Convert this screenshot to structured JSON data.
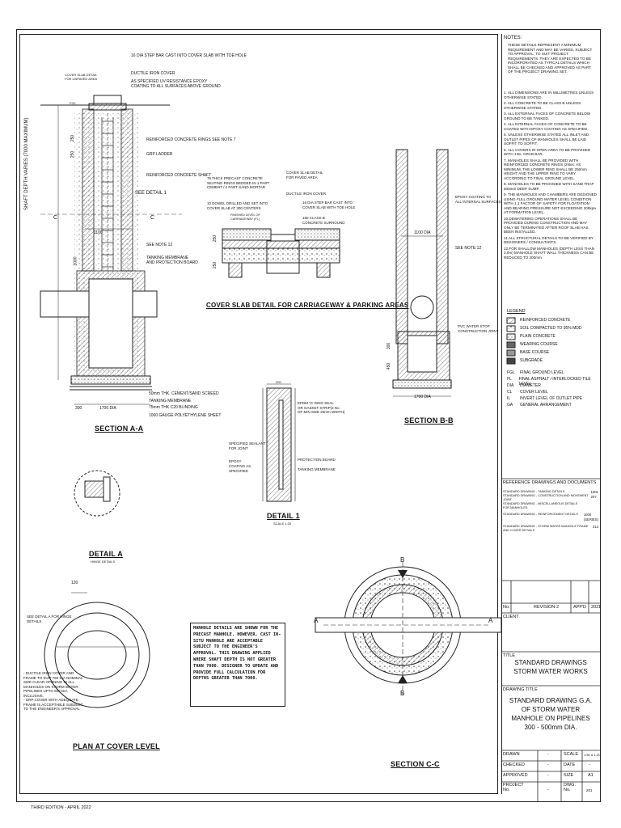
{
  "notes": {
    "heading": "NOTES:",
    "intro": "THESE DETAILS REPRESENT A MINIMUM REQUIREMENT AND MAY BE VARIED, SUBJECT TO APPROVAL, TO SUIT PROJECT REQUIREMENTS. THEY ARE EXPECTED TO BE INCORPORATED AS TYPICAL DETAILS WHICH SHALL BE CHECKED AND APPROVED AS PART OF THE PROJECT DRAWING SET.",
    "items": [
      "1. ALL DIMENSIONS ARE IN MILLIMETRES UNLESS OTHERWISE STATED.",
      "2. ALL CONCRETE TO BE CLASS B UNLESS OTHERWISE STATED.",
      "3. ALL EXTERNAL FACES OF CONCRETE BELOW GROUND TO BE TANKED.",
      "4. ALL INTERNAL FACES OF CONCRETE TO BE COATED WITH EPOXY COATING AS SPECIFIED.",
      "5. UNLESS OTHERWISE STATED ALL INLET AND OUTLET PIPES OF MANHOLES SHALL BE LAID SOFFIT TO SOFFIT.",
      "6. ALL COVERS IN OPEN AREA TO BE PROVIDED WITH 1No. GRAB BAR.",
      "7. MANHOLES SHALL BE PROVIDED WITH REINFORCED CONCRETE RINGS (2Nos. AS MINIMUM, THE LOWER RING SHALL BE 250mm HEIGHT AND THE UPPER RING TO VARY ACCORDING TO FINAL GROUND LEVEL.",
      "8. MANHOLES TO BE PROVIDED WITH SAND TRAP 500mm DEEP SUMP.",
      "9. THE MANHOLES AND CHAMBERS ARE DESIGNED USING FULL GROUND WATER LEVEL CONDITION WITH 1.1 FACTOR OF SAFETY FOR FLOATATION AND BEARING PRESSURE NOT EXCEEDING 200kpa AT FORMATION LEVEL.",
      "10.DEWATERING OPERATIONS SHALL BE PROVIDED DURING CONSTRUCTION AND MAY ONLY BE TERMINATED AFTER ROOF SLAB HAS BEEN INSTALLED.",
      "11.ALL STRUCTURAL DETAILS TO BE VERIFIED BY DESIGNERS / CONSULTANTS.",
      "12.FOR SHALLOW MANHOLES (DEPTH LESS THAN 2.0m) MANHOLE SHAFT WALL THICKNESS CAN BE REDUCED TO 200mm."
    ]
  },
  "legend": {
    "heading": "LEGEND",
    "items": [
      "REINFORCED CONCRETE",
      "SOIL COMPACTED TO 95% MDD",
      "PLAIN CONCRETE",
      "WEARING COURSE",
      "BASE COURSE",
      "SUBGRADE"
    ],
    "abbreviations": [
      {
        "code": "FGL",
        "meaning": "FINAL GROUND LEVEL"
      },
      {
        "code": "FL",
        "meaning": "FINAL ASPHALT / INTERLOCKED TILE LEVEL"
      },
      {
        "code": "DIA",
        "meaning": "DIAMETER"
      },
      {
        "code": "CL",
        "meaning": "COVER LEVEL"
      },
      {
        "code": "IL",
        "meaning": "INVERT LEVEL OF OUTLET PIPE"
      },
      {
        "code": "GA",
        "meaning": "GENERAL ARRANGEMENT"
      }
    ]
  },
  "references": {
    "heading": "REFERENCE DRAWINGS AND DOCUMENTS",
    "rows": [
      {
        "text": "STANDARD DRAWING - TANKING DETAILS\nSTANDARD DRAWING - CONSTRUCTION AND MOVEMENT JOINT\nSTANDARD DRAWING - MISCELLANEOUS DETAILS\nFOR MANHOLES",
        "num": "1001\n207"
      },
      {
        "text": "STANDARD DRAWING - REINFORCEMENT DETAILS",
        "num": "1000\n(SERIES)"
      },
      {
        "text": "STANDARD DRAWING - STORM WATER MANHOLE FRAME\nAND COVER DETAILS",
        "num": "213"
      }
    ]
  },
  "revision": {
    "no_label": "No.",
    "revision": "REVISION-2",
    "appd": "APP'D",
    "year": "2021"
  },
  "client": {
    "label": "CLIENT"
  },
  "title_block": {
    "title_label": "TITLE",
    "title": "STANDARD DRAWINGS\nSTORM WATER WORKS",
    "drawing_title_label": "DRAWING TITLE",
    "drawing_title": "STANDARD DRAWING G.A.\nOF STORM WATER\nMANHOLE ON PIPELINES\n300 - 500mm DIA.",
    "drawn_label": "DRAWN",
    "drawn": "-",
    "scale_label": "SCALE",
    "scale": "1:50 & 1:20",
    "checked_label": "CHECKED",
    "checked": "-",
    "date_label": "DATE",
    "date": "-",
    "approved_label": "APPROVED",
    "approved": "-",
    "size_label": "SIZE",
    "size": "A1",
    "project_label": "PROJECT\nNo.",
    "project": "-",
    "dwg_label": "DWG.\nNo.",
    "dwg": "201"
  },
  "footer": {
    "edition": "THIRD EDITION - APRIL 2022"
  },
  "views": {
    "section_aa": "SECTION A-A",
    "section_bb": "SECTION B-B",
    "section_cc": "SECTION C-C",
    "cover_slab": "COVER SLAB DETAIL FOR CARRIAGEWAY & PARKING AREAS",
    "detail_1": "DETAIL 1",
    "detail_1_scale": "SCALE 1:20",
    "detail_a": "DETAIL A",
    "detail_a_sub": "HINGE DETAILS",
    "plan": "PLAN AT COVER LEVEL"
  },
  "section_aa_labels": {
    "step_bar": "16 DIA STEP BAR CAST INTO COVER SLAB WITH TOE HOLE",
    "cover_detail": "COVER SLAB DETAIL\nFOR UNPAVED AREA",
    "ductile": "DUCTILE IRON COVER",
    "epoxy": "AS SPECIFIED UV RESISTANCE EPOXY\nCOATING TO ALL SURFACES ABOVE GROUND",
    "rings": "REINFORCED CONCRETE RINGS SEE NOTE 7",
    "ladder": "GRP LADDER",
    "shaft": "REINFORCED CONCRETE SHAFT",
    "see_detail": "SEE DETAIL 1",
    "note12": "SEE NOTE 12",
    "tanking": "TANKING MEMBRANE\nAND PROTECTION BOARD",
    "screed": "50mm THK. CEMENT/SAND SCREED",
    "tanking2": "TANKING MEMBRANE",
    "blinding": "75mm THK C20 BLINDING",
    "polythene": "1000 GAUGE POLYETHYLENE SHEET",
    "shaft_depth": "SHAFT DEPTH VARIES (7000 MAXIMUM)",
    "dia": "1700 DIA",
    "dia2": "1100",
    "d300": "300",
    "d1000": "1000",
    "c": "C",
    "fgl": "FGL",
    "d250a": "250",
    "d250b": "250"
  },
  "cover_slab_labels": {
    "precast": "75 THICK PRECAST CONCRETE\nSEATING RINGS BEDDED IN 1 PART\nCEMENT / 2 PART SAND MORTAR",
    "dowel": "10 DOWEL DRILLED AND SET INTO\nCOVER SLAB AT 300 CENTERS",
    "finished": "FINISHED LEVEL OF\nCARRIAGEWAY (FL)",
    "cover_slab": "COVER SLAB DETAIL\nFOR PAVED AREA",
    "ductile": "DUCTILE IRON COVER",
    "step": "16 DIA STEP BAR CAST INTO\nCOVER SLAB WITH TOE HOLE",
    "class_b": "150 CLASS B\nCONCRETE SURROUND",
    "d250a": "250",
    "d250b": "250"
  },
  "detail1_labels": {
    "ring_seal": "EPDM 'O' RING SEAL\nOR GASKET STRIP(2 No\nOF MIN SIZE 20mm WIDTH)",
    "sealant": "SPECIFIED SEALANT\nFOR JOINT",
    "epoxy": "EPOXY\nCOATING AS\nSPECIFIED",
    "protection": "PROTECTION BOARD",
    "tanking": "TANKING MEMBRANE",
    "d200": "200"
  },
  "section_bb_labels": {
    "epoxy": "EPOXY COATING TO\nALL INTERNAL SURFACES",
    "dia": "1100 DIA",
    "note12": "SEE NOTE 12",
    "pvc": "PVC WATER STOP\nCONSTRUCTION JOINT",
    "dia2": "1700 DIA",
    "d300": "300",
    "d450": "450"
  },
  "plan_labels": {
    "hinge": "SEE DETAIL A FOR HINGE\nDETAILS",
    "d120": "120",
    "covers": "- DUCTILE IRON COVER AND\nFRAME TO SUIT 750 DIA NOMINAL\nSIZE CLEAR OPENING IN ALL\nMANHOLES ON STORM WATER\nPIPELINES UPTO 500 DIA\nINCLUSIVE.\n- GRP COVER WITH ADEQUATE\nFRAME IS ACCEPTABLE SUBJECT\nTO THE ENGINEER'S APPROVAL"
  },
  "manhole_note": "MANHOLE DETAILS ARE SHOWN FOR THE PRECAST MANHOLE. HOWEVER, CAST IN-SITU MANHOLE ARE ACCEPTABLE SUBJECT TO THE ENGINEER'S APPROVAL. THIS DRAWING APPLIED WHERE SHAFT DEPTH IS NOT GREATER THAN 7000. DESIGNER TO UPDATE AND PROVIDE FULL CALCULATION FOR DEPTHS GREATER THAN 7000.",
  "section_cc_labels": {
    "a_left": "A",
    "a_right": "A",
    "b_top": "B",
    "b_bottom": "B"
  }
}
